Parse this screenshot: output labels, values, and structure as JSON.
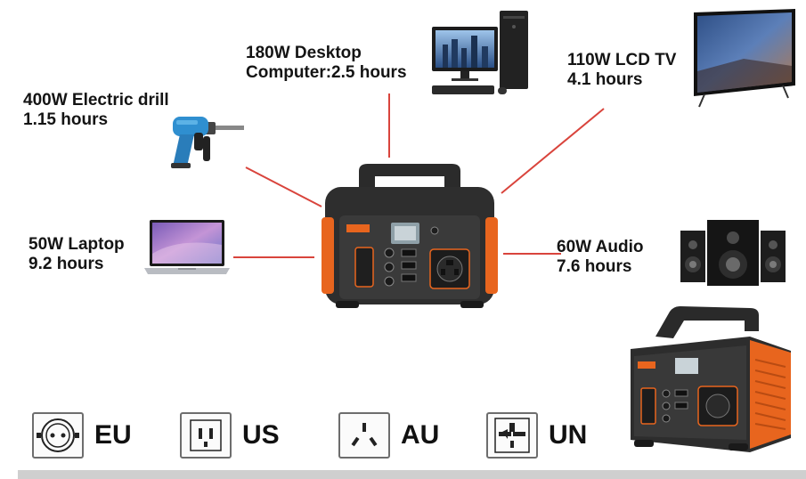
{
  "devices": [
    {
      "id": "desktop",
      "line1": "180W Desktop",
      "line2": "Computer:2.5 hours"
    },
    {
      "id": "tv",
      "line1": "110W LCD TV",
      "line2": "4.1 hours"
    },
    {
      "id": "drill",
      "line1": "400W Electric drill",
      "line2": "1.15 hours"
    },
    {
      "id": "laptop",
      "line1": "50W Laptop",
      "line2": "9.2 hours"
    },
    {
      "id": "audio",
      "line1": "60W Audio",
      "line2": "7.6 hours"
    }
  ],
  "plugs": [
    {
      "code": "EU",
      "icon": "eu-socket-icon"
    },
    {
      "code": "US",
      "icon": "us-socket-icon"
    },
    {
      "code": "AU",
      "icon": "au-socket-icon"
    },
    {
      "code": "UN",
      "icon": "universal-socket-icon"
    }
  ],
  "colors": {
    "connector": "#d9443c",
    "accent": "#e8651e",
    "body": "#2e2e2e"
  }
}
